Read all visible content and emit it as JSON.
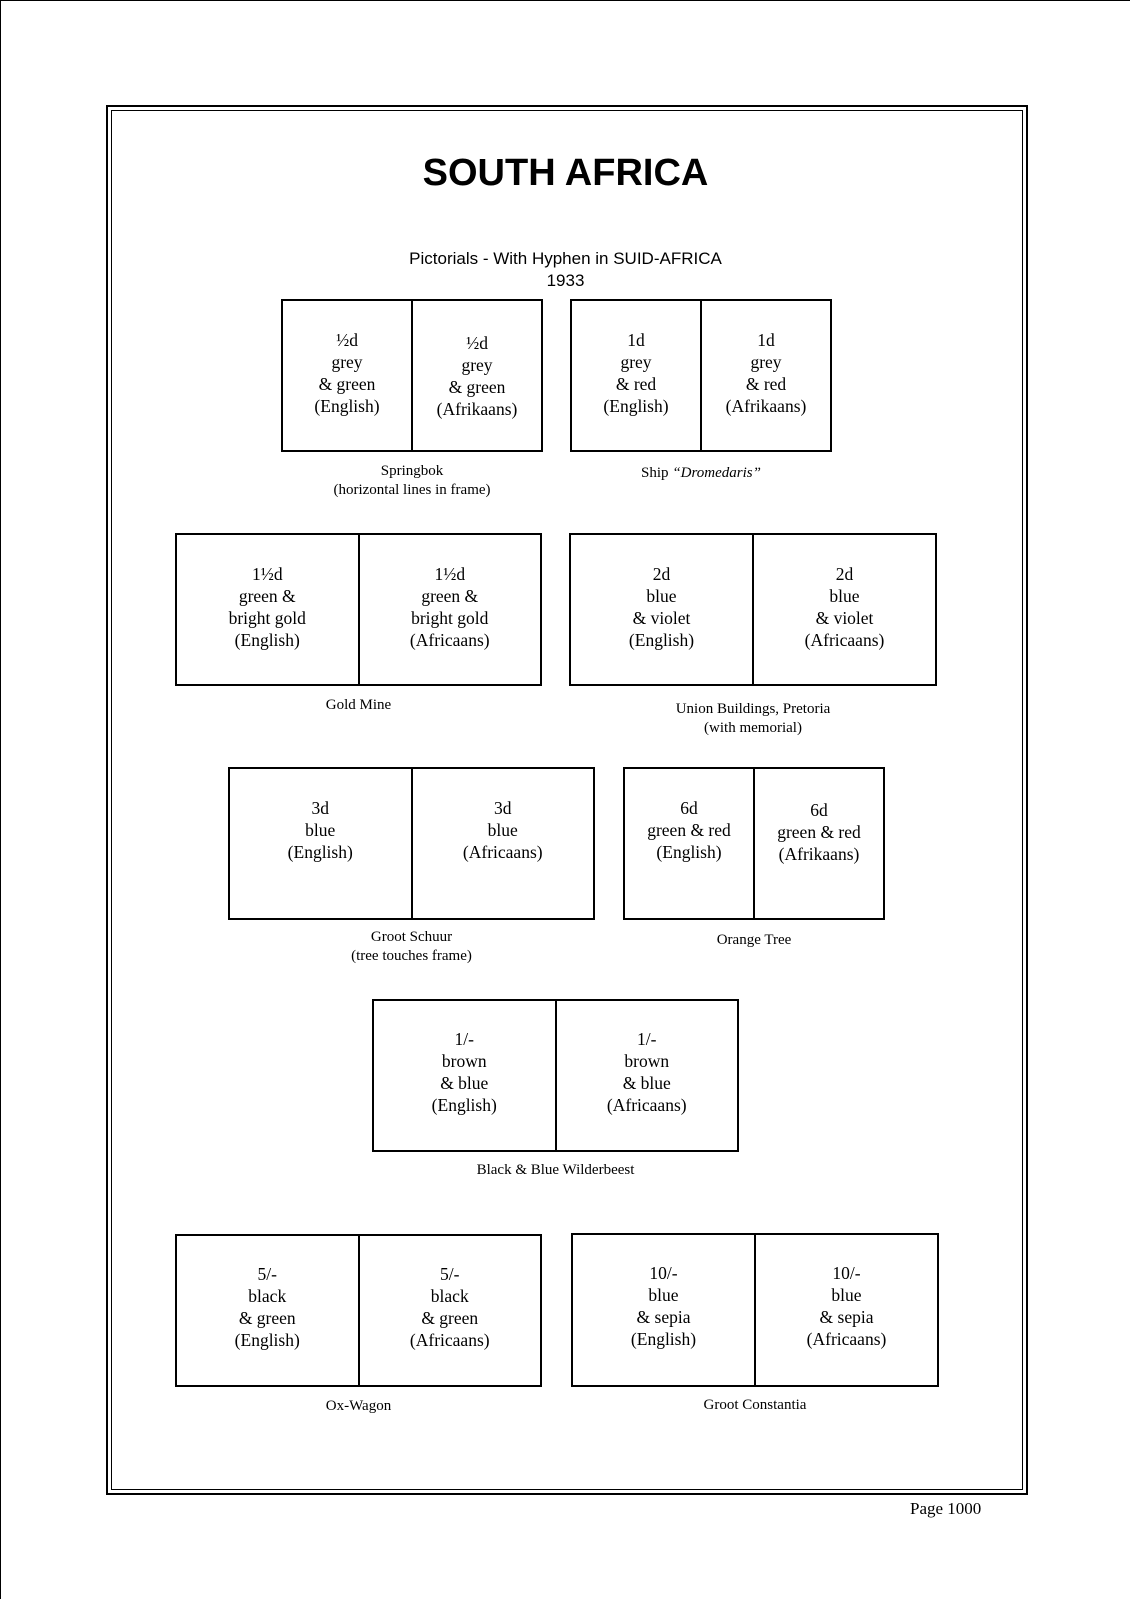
{
  "country": "SOUTH AFRICA",
  "subtitle": "Pictorials - With Hyphen in SUID-AFRICA",
  "year": "1933",
  "page_number": "Page 1000",
  "pairs": [
    {
      "stamps": [
        {
          "lines": [
            "½d",
            "grey",
            "& green",
            "(English)"
          ]
        },
        {
          "lines": [
            "½d",
            "grey",
            "& green",
            "(Afrikaans)"
          ]
        }
      ],
      "caption": {
        "line1": "Springbok",
        "line2": "(horizontal lines in frame)"
      }
    },
    {
      "stamps": [
        {
          "lines": [
            "1d",
            "grey",
            "& red",
            "(English)"
          ]
        },
        {
          "lines": [
            "1d",
            "grey",
            "& red",
            "(Afrikaans)"
          ]
        }
      ],
      "caption": {
        "line1": "Ship",
        "line1_italic": "“Dromedaris”"
      }
    },
    {
      "stamps": [
        {
          "lines": [
            "1½d",
            "green &",
            "bright gold",
            "(English)"
          ]
        },
        {
          "lines": [
            "1½d",
            "green &",
            "bright gold",
            "(Africaans)"
          ]
        }
      ],
      "caption": {
        "line1": "Gold Mine"
      }
    },
    {
      "stamps": [
        {
          "lines": [
            "2d",
            "blue",
            "& violet",
            "(English)"
          ]
        },
        {
          "lines": [
            "2d",
            "blue",
            "& violet",
            "(Africaans)"
          ]
        }
      ],
      "caption": {
        "line1": "Union Buildings, Pretoria",
        "line2": "(with memorial)"
      }
    },
    {
      "stamps": [
        {
          "lines": [
            "3d",
            "blue",
            "(English)"
          ]
        },
        {
          "lines": [
            "3d",
            "blue",
            "(Africaans)"
          ]
        }
      ],
      "caption": {
        "line1": "Groot Schuur",
        "line2": "(tree touches frame)"
      }
    },
    {
      "stamps": [
        {
          "lines": [
            "6d",
            "green & red",
            "(English)"
          ]
        },
        {
          "lines": [
            "6d",
            "green & red",
            "(Afrikaans)"
          ]
        }
      ],
      "caption": {
        "line1": "Orange Tree"
      }
    },
    {
      "stamps": [
        {
          "lines": [
            "1/-",
            "brown",
            "& blue",
            "(English)"
          ]
        },
        {
          "lines": [
            "1/-",
            "brown",
            "& blue",
            "(Africaans)"
          ]
        }
      ],
      "caption": {
        "line1": "Black & Blue Wilderbeest"
      }
    },
    {
      "stamps": [
        {
          "lines": [
            "5/-",
            "black",
            "& green",
            "(English)"
          ]
        },
        {
          "lines": [
            "5/-",
            "black",
            "& green",
            "(Africaans)"
          ]
        }
      ],
      "caption": {
        "line1": "Ox-Wagon"
      }
    },
    {
      "stamps": [
        {
          "lines": [
            "10/-",
            "blue",
            "& sepia",
            "(English)"
          ]
        },
        {
          "lines": [
            "10/-",
            "blue",
            "& sepia",
            "(Africaans)"
          ]
        }
      ],
      "caption": {
        "line1": "Groot Constantia"
      }
    }
  ]
}
